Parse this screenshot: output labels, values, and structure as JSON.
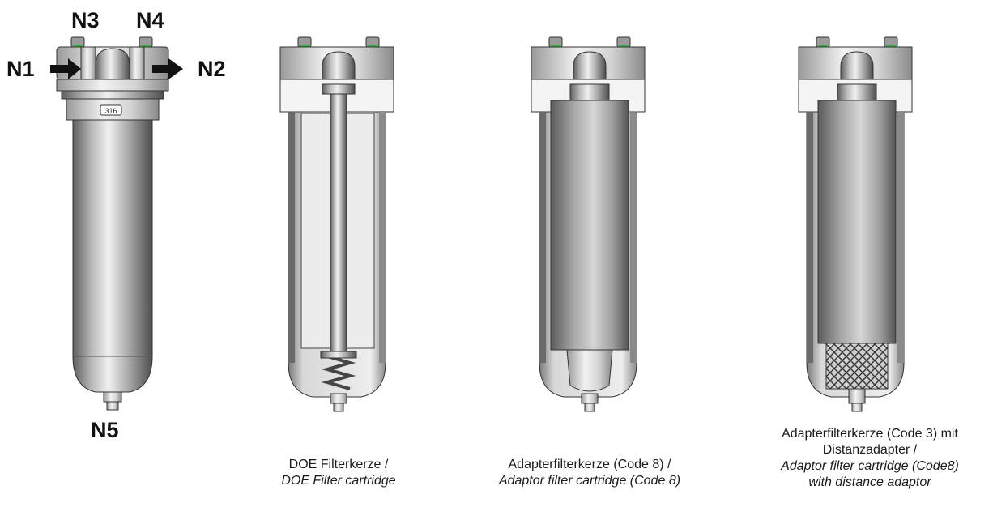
{
  "ports": {
    "n1": "N1",
    "n2": "N2",
    "n3": "N3",
    "n4": "N4",
    "n5": "N5"
  },
  "captions": [
    {
      "german": [
        "DOE Filterkerze /"
      ],
      "english": [
        "DOE Filter cartridge"
      ]
    },
    {
      "german": [
        "Adapterfilterkerze (Code 8) /"
      ],
      "english": [
        "Adaptor filter cartridge (Code 8)"
      ]
    },
    {
      "german": [
        "Adapterfilterkerze (Code 3) mit",
        "Distanzadapter /"
      ],
      "english": [
        "Adaptor filter cartridge (Code8)",
        "with distance adaptor"
      ]
    }
  ],
  "housing_badge": "316",
  "colors": {
    "metal_dark": "#6e6e6e",
    "metal_light": "#e6e6e6",
    "bolt_green": "#3aa845",
    "arrow": "#111111"
  }
}
